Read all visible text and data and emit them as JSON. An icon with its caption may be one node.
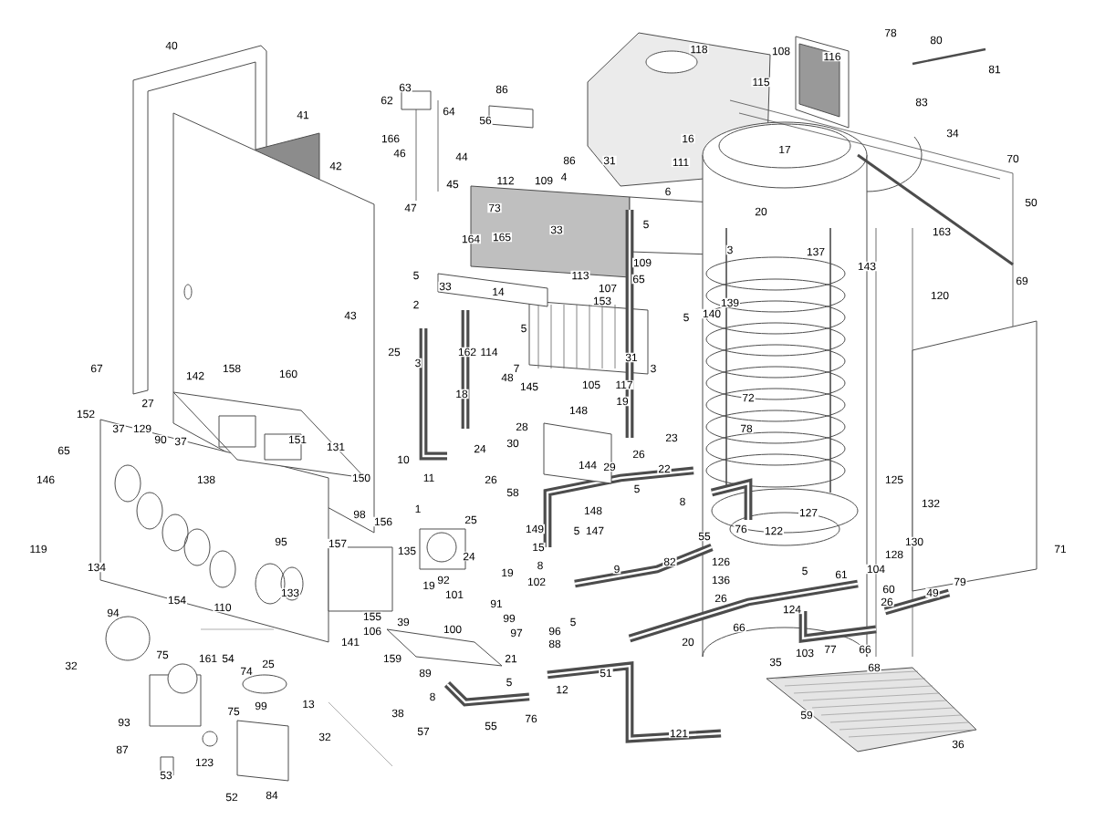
{
  "diagram": {
    "labels": [
      "40",
      "118",
      "78",
      "80",
      "108",
      "116",
      "81",
      "115",
      "63",
      "86",
      "62",
      "83",
      "64",
      "41",
      "56",
      "34",
      "166",
      "16",
      "17",
      "46",
      "44",
      "70",
      "86",
      "31",
      "111",
      "42",
      "4",
      "112",
      "109",
      "45",
      "6",
      "50",
      "47",
      "73",
      "20",
      "5",
      "33",
      "163",
      "165",
      "164",
      "3",
      "137",
      "109",
      "143",
      "5",
      "113",
      "65",
      "69",
      "33",
      "107",
      "14",
      "120",
      "139",
      "2",
      "153",
      "140",
      "5",
      "43",
      "5",
      "25",
      "162",
      "114",
      "31",
      "3",
      "158",
      "67",
      "7",
      "3",
      "160",
      "142",
      "48",
      "105",
      "117",
      "145",
      "18",
      "72",
      "19",
      "27",
      "148",
      "152",
      "28",
      "37",
      "129",
      "78",
      "23",
      "90",
      "151",
      "37",
      "30",
      "131",
      "24",
      "65",
      "26",
      "10",
      "144",
      "29",
      "22",
      "11",
      "150",
      "146",
      "138",
      "26",
      "125",
      "5",
      "58",
      "8",
      "132",
      "1",
      "148",
      "127",
      "98",
      "25",
      "156",
      "149",
      "76",
      "122",
      "5",
      "147",
      "55",
      "95",
      "130",
      "157",
      "15",
      "119",
      "71",
      "135",
      "128",
      "24",
      "126",
      "82",
      "8",
      "134",
      "9",
      "104",
      "5",
      "19",
      "61",
      "92",
      "136",
      "102",
      "79",
      "19",
      "60",
      "133",
      "49",
      "101",
      "26",
      "154",
      "26",
      "91",
      "110",
      "124",
      "94",
      "155",
      "99",
      "39",
      "5",
      "100",
      "96",
      "106",
      "97",
      "66",
      "141",
      "20",
      "88",
      "77",
      "66",
      "103",
      "75",
      "159",
      "161",
      "54",
      "21",
      "25",
      "32",
      "35",
      "68",
      "74",
      "89",
      "51",
      "5",
      "12",
      "8",
      "13",
      "99",
      "75",
      "38",
      "59",
      "76",
      "93",
      "55",
      "57",
      "121",
      "32",
      "36",
      "87",
      "123",
      "53",
      "84",
      "52"
    ]
  }
}
